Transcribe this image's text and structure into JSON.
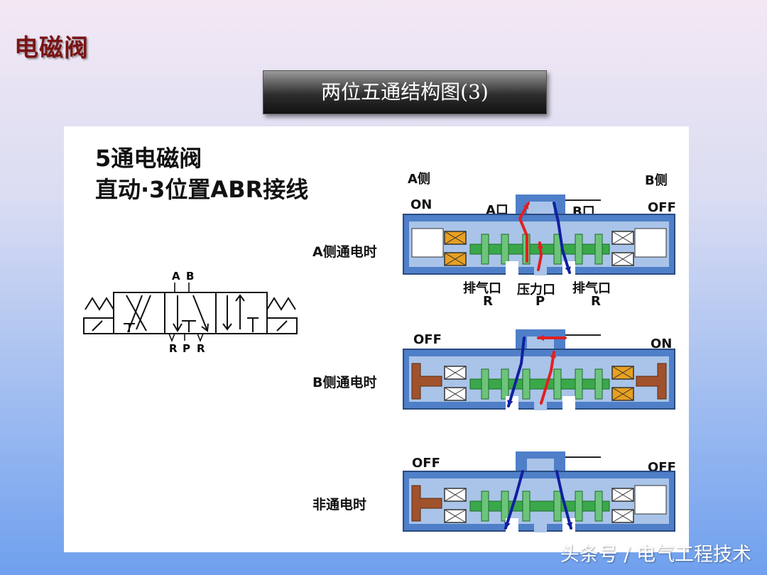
{
  "slide": {
    "title": "电磁阀",
    "banner": "两位五通结构图(3)",
    "watermark": "头条号 / 电气工程技术"
  },
  "diagram": {
    "heading_line1": "5通电磁阀",
    "heading_line2": "直动·3位置ABR接线",
    "symbol": {
      "a": "A",
      "b": "B",
      "r1": "R",
      "p": "P",
      "r2": "R"
    },
    "side_a": "A侧",
    "side_b": "B侧",
    "rows": [
      {
        "label": "A侧通电时",
        "left_state": "ON",
        "right_state": "OFF",
        "port_a": "A口",
        "port_b": "B口",
        "bottom_ports": [
          {
            "name": "排气口",
            "code": "R"
          },
          {
            "name": "压力口",
            "code": "P"
          },
          {
            "name": "排气口",
            "code": "R"
          }
        ]
      },
      {
        "label": "B侧通电时",
        "left_state": "OFF",
        "right_state": "ON"
      },
      {
        "label": "非通电时",
        "left_state": "OFF",
        "right_state": "OFF"
      }
    ]
  },
  "colors": {
    "slide_title": "#7a1414",
    "valve_body": "#4f7fc8",
    "valve_inner": "#a9c4e8",
    "spool": "#3aa84a",
    "coil": "#e8a020",
    "plunger": "#a0522d",
    "arrow_pressure": "#e02020",
    "arrow_exhaust": "#1020a0"
  }
}
